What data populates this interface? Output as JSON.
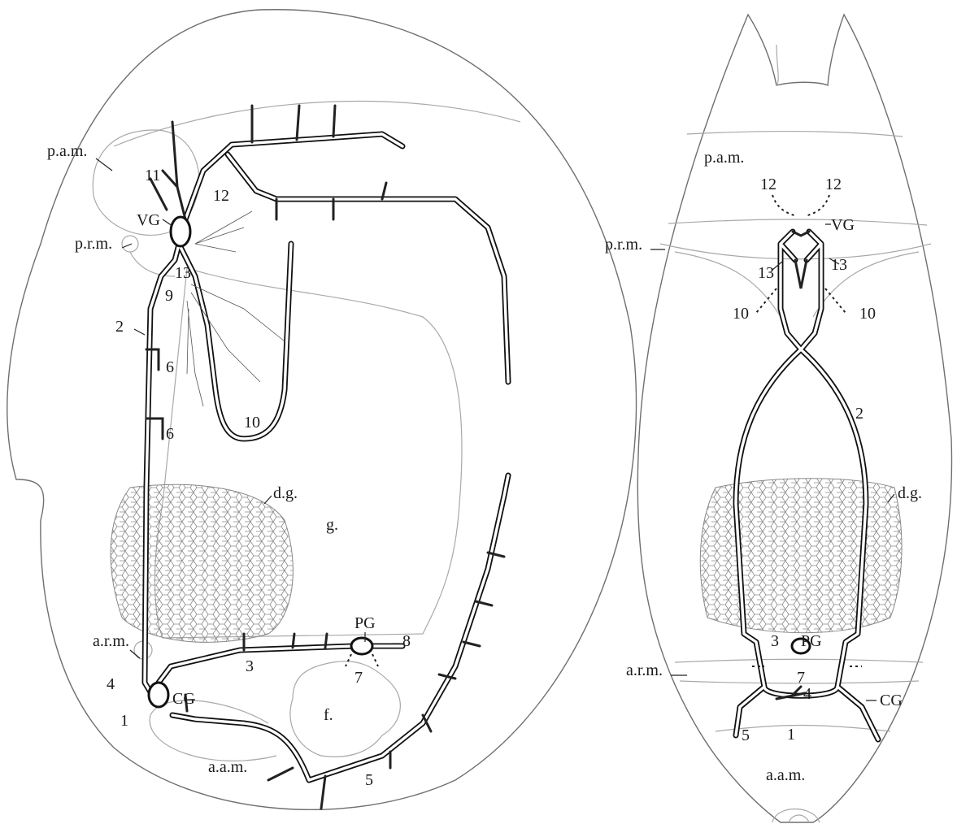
{
  "labels": {
    "left": {
      "pam": "p.a.m.",
      "n11": "11",
      "n12": "12",
      "vg": "VG",
      "prm": "p.r.m.",
      "n13": "13",
      "n9": "9",
      "n2": "2",
      "n6a": "6",
      "n6b": "6",
      "n10": "10",
      "dg": "d.g.",
      "g": "g.",
      "pg": "PG",
      "n8": "8",
      "n7": "7",
      "n3": "3",
      "arm": "a.r.m.",
      "n4": "4",
      "cg": "CG",
      "n1": "1",
      "f": "f.",
      "aam": "a.a.m.",
      "n5": "5"
    },
    "right": {
      "pam": "p.a.m.",
      "n12a": "12",
      "n12b": "12",
      "vg": "VG",
      "prm": "p.r.m.",
      "n13a": "13",
      "n13b": "13",
      "n10a": "10",
      "n10b": "10",
      "n2": "2",
      "dg": "d.g.",
      "pg": "PG",
      "n3": "3",
      "n7": "7",
      "arm": "a.r.m.",
      "n4": "4",
      "cg": "CG",
      "n5": "5",
      "n1": "1",
      "aam": "a.a.m."
    }
  }
}
